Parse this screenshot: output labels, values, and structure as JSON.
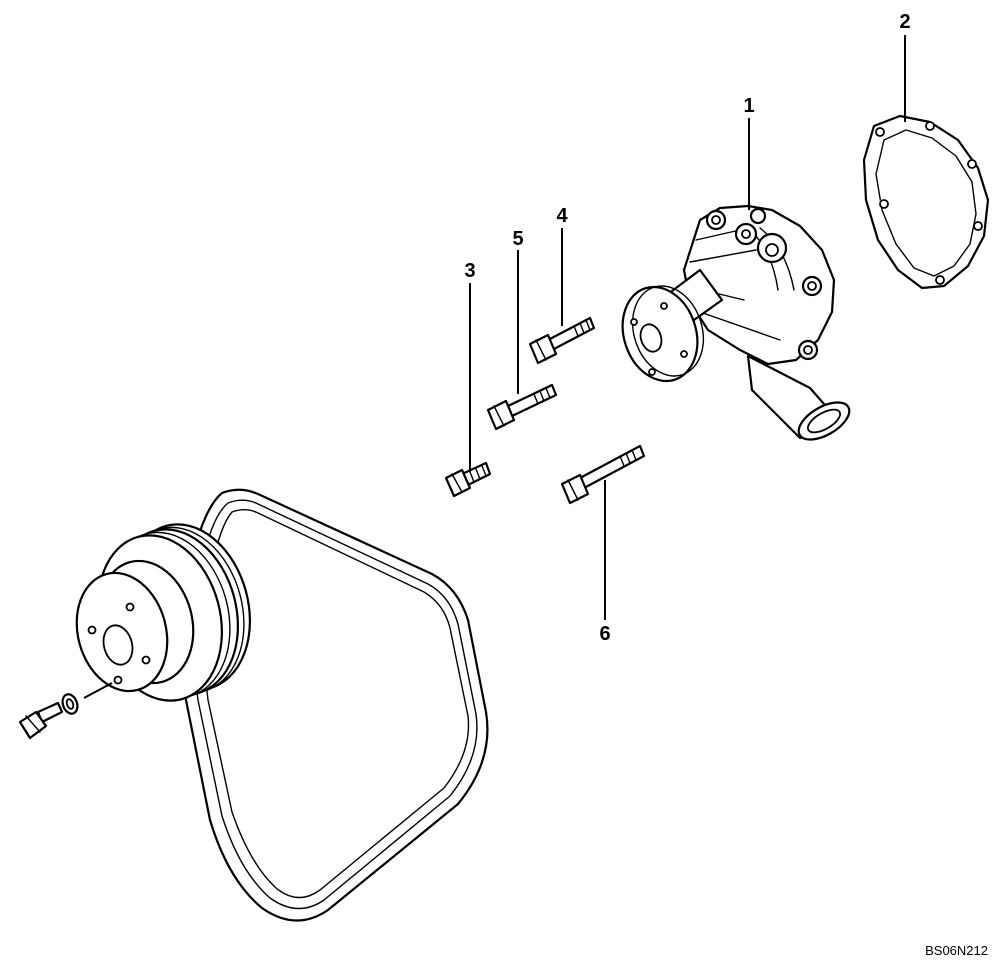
{
  "callouts": {
    "c1": "1",
    "c2": "2",
    "c3": "3",
    "c4": "4",
    "c5": "5",
    "c6": "6"
  },
  "reference_code": "BS06N212"
}
